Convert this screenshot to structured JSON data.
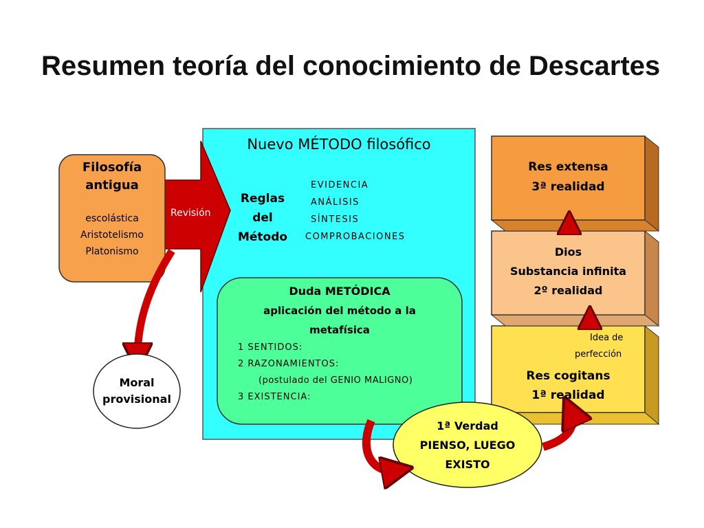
{
  "title": "Resumen teoría del conocimiento de Descartes",
  "colors": {
    "orange": "#f7a14d",
    "cyan": "#33ffff",
    "green": "#4dff99",
    "res_extensa": "#f59b40",
    "dios": "#fbc48a",
    "res_cogitans": "#ffe050",
    "verdad": "#ffff66",
    "arrow_red": "#cc0000"
  },
  "filosofia_antigua": {
    "title_line1": "Filosofía",
    "title_line2": "antigua",
    "items": [
      "escolástica",
      "Aristotelismo",
      "Platonismo"
    ]
  },
  "revision_arrow": {
    "label": "Revisión"
  },
  "moral_provisional": {
    "line1": "Moral",
    "line2": "provisional"
  },
  "metodo": {
    "title": "Nuevo MÉTODO filosófico",
    "reglas_line1": "Reglas",
    "reglas_line2": "del",
    "reglas_line3": "Método",
    "rules": [
      "EVIDENCIA",
      "ANÁLISIS",
      "SÍNTESIS",
      "COMPROBACIONES"
    ]
  },
  "duda": {
    "title": "Duda METÓDICA",
    "subtitle_line1": "aplicación del método a la",
    "subtitle_line2": "metafísica",
    "item1": "1 SENTIDOS:",
    "item2": "2 RAZONAMIENTOS:",
    "item2_note": "(postulado del GENIO MALIGNO)",
    "item3": "3 EXISTENCIA:"
  },
  "verdad": {
    "line1": "1ª Verdad",
    "line2": "PIENSO, LUEGO",
    "line3": "EXISTO"
  },
  "res_extensa": {
    "line1": "Res extensa",
    "line2": "3ª realidad"
  },
  "dios": {
    "line1": "Dios",
    "line2": "Substancia infinita",
    "line3": "2º realidad"
  },
  "res_cogitans": {
    "note_line1": "Idea de",
    "note_line2": "perfección",
    "line1": "Res cogitans",
    "line2": "1ª realidad"
  }
}
